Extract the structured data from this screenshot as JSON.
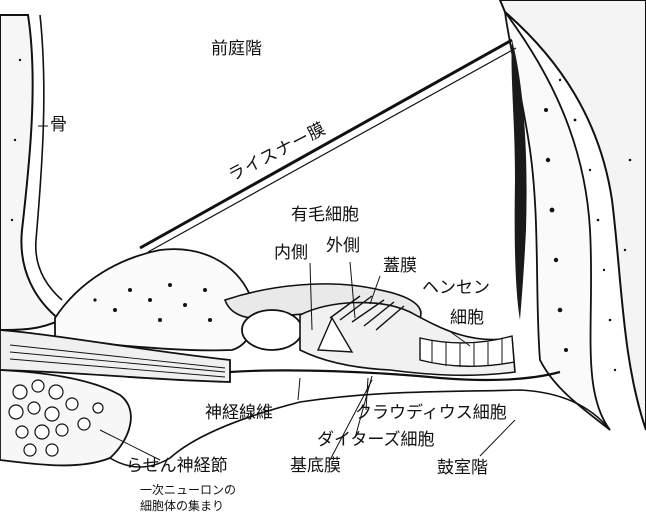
{
  "diagram": {
    "labels": {
      "scala_vestibuli": "前庭階",
      "bone": "骨",
      "reissner_membrane": "ライスナー膜",
      "hair_cells": "有毛細胞",
      "inner": "内側",
      "outer": "外側",
      "tectorial_membrane": "蓋膜",
      "hensen_line1": "ヘンセン",
      "hensen_line2": "細胞",
      "nerve_fibers": "神経線維",
      "claudius_cells": "クラウディウス細胞",
      "deiters_cells": "ダイターズ細胞",
      "basilar_membrane": "基底膜",
      "spiral_ganglion": "らせん神経節",
      "ganglion_note_line1": "一次ニューロンの",
      "ganglion_note_line2": "細胞体の集まり",
      "scala_tympani": "鼓室階"
    },
    "colors": {
      "ink": "#111111",
      "paper": "#ffffff"
    }
  }
}
